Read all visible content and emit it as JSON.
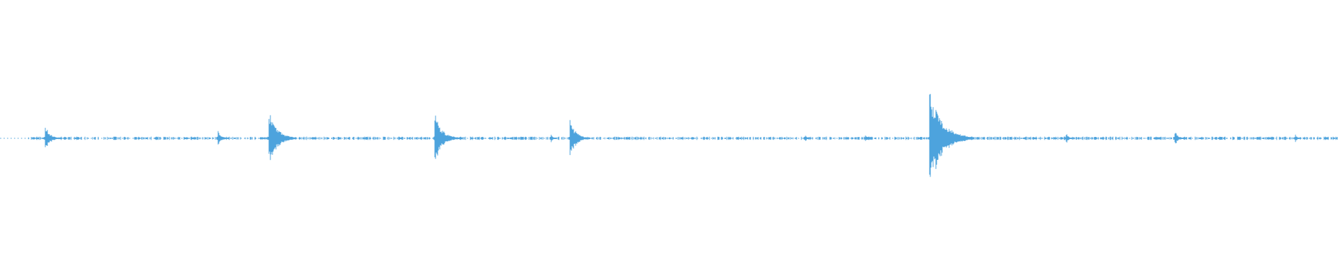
{
  "waveform": {
    "color": "#4da3dd",
    "baseline_color": "#4da3dd",
    "background": "#ffffff",
    "duration": 1.0,
    "amplitude_range": [
      -1,
      1
    ],
    "peaks": [
      {
        "t": 0.034,
        "amp": 0.1
      },
      {
        "t": 0.163,
        "amp": 0.06
      },
      {
        "t": 0.201,
        "amp": 0.2
      },
      {
        "t": 0.208,
        "amp": 0.05
      },
      {
        "t": 0.325,
        "amp": 0.18
      },
      {
        "t": 0.412,
        "amp": 0.03
      },
      {
        "t": 0.426,
        "amp": 0.14
      },
      {
        "t": 0.602,
        "amp": 0.03
      },
      {
        "t": 0.647,
        "amp": 0.03
      },
      {
        "t": 0.695,
        "amp": 0.34
      },
      {
        "t": 0.797,
        "amp": 0.04
      },
      {
        "t": 0.878,
        "amp": 0.06
      },
      {
        "t": 0.968,
        "amp": 0.03
      }
    ]
  }
}
